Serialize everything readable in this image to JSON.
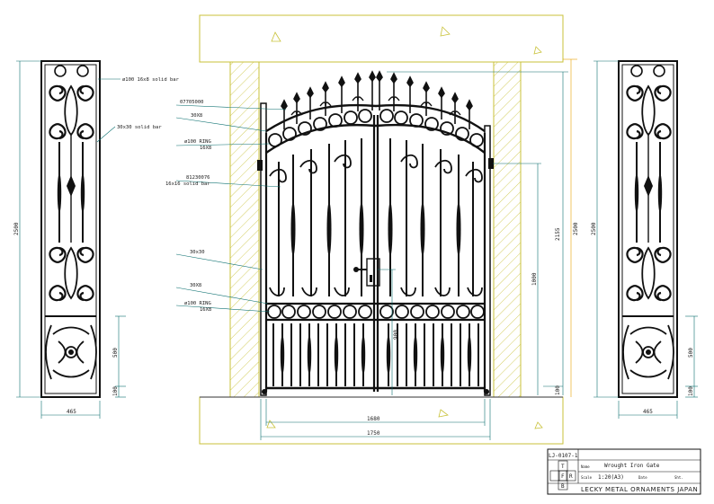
{
  "colors": {
    "ironwork": "#111111",
    "dimension": "#0a6f6f",
    "leader": "#0a6f6f",
    "concrete": "#c9c23a",
    "hatch": "#c9c23a",
    "outline": "#333333"
  },
  "left_panel": {
    "labels": {
      "top_bar": "ø100 16x8 solid bar",
      "frame": "30x30 solid bar"
    },
    "dims": {
      "height": "2500",
      "lower": "500",
      "base": "100",
      "width": "465"
    }
  },
  "gate": {
    "labels": {
      "finial": "07705000",
      "top_flat": "30X8",
      "ring_top_1": "ø100 RING",
      "ring_top_2": "16X8",
      "bar_1": "81230076",
      "bar_2": "16x16 solid bar",
      "post": "30x30",
      "mid_flat": "30X8",
      "ring_bot_1": "ø100 RING",
      "ring_bot_2": "16X8"
    },
    "dims": {
      "total_height": "2155",
      "opening_height": "2500",
      "lock_height": "1000",
      "bottom_height": "900",
      "base": "100",
      "leaf_width": "1680",
      "total_width": "1750"
    }
  },
  "right_panel": {
    "dims": {
      "height": "2500",
      "lower": "500",
      "base": "100",
      "width": "465"
    }
  },
  "title_block": {
    "drawing_no": "LJ-0107-1",
    "name_label": "Name",
    "name": "Wrought Iron Gate",
    "scale_label": "Scale",
    "scale": "1:20(A3)",
    "date_label": "Date",
    "sheet_label": "Sht.",
    "views": [
      "T",
      "F",
      "R",
      "B"
    ],
    "company": "LECKY METAL ORNAMENTS JAPAN"
  }
}
